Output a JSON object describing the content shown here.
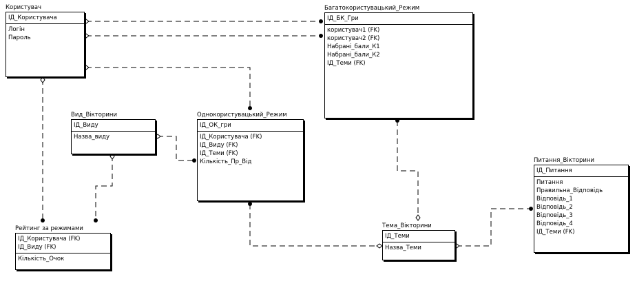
{
  "entities": {
    "users": {
      "title": "Користувач",
      "pk": [
        "ІД_Користувача"
      ],
      "attrs": [
        "Логін",
        "Пароль"
      ]
    },
    "multi": {
      "title": "Багатокористувацький_Режим",
      "pk": [
        "ІД_БК_Гри"
      ],
      "attrs": [
        "користувач1 (FK)",
        "користувач2 (FK)",
        "Набрані_бали_К1",
        "Набрані_бали_К2",
        "ІД_Теми (FK)"
      ]
    },
    "quiz_type": {
      "title": "Вид_Вікторини",
      "pk": [
        "ІД_Виду"
      ],
      "attrs": [
        "Назва_виду"
      ]
    },
    "single": {
      "title": "Однокористувацький_Режим",
      "pk": [
        "ІД_ОК_гри"
      ],
      "attrs": [
        "ІД_Користувача (FK)",
        "ІД_Виду (FK)",
        "ІД_Теми (FK)",
        "Кількість_Пр_Від"
      ]
    },
    "questions": {
      "title": "Питання_Вікторини",
      "pk": [
        "ІД_Питання"
      ],
      "attrs": [
        "Питання",
        "Правильна_Відповідь",
        "Відповідь_1",
        "Відповідь_2",
        "Відповідь_3",
        "Відповідь_4",
        "ІД_Теми (FK)"
      ]
    },
    "rating": {
      "title": "Рейтинг за режимами",
      "pk": [
        "ІД_Користувача (FK)",
        "ІД_Виду (FK)"
      ],
      "attrs": [
        "Кількість_Очок"
      ]
    },
    "topic": {
      "title": "Тема_Вікторини",
      "pk": [
        "ІД_Теми"
      ],
      "attrs": [
        "Назва_Теми"
      ]
    }
  }
}
